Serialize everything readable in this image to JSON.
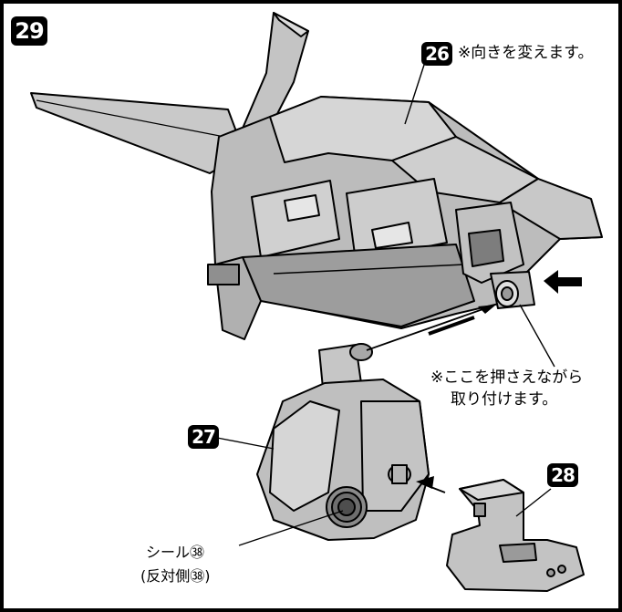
{
  "step": {
    "number": "29"
  },
  "parts": {
    "part_26": "26",
    "part_27": "27",
    "part_28": "28"
  },
  "notes": {
    "orientation_note": "※向きを変えます。",
    "press_note_line1": "※ここを押さえながら",
    "press_note_line2": "取り付けます。",
    "sticker_label": "シール㊳",
    "sticker_opposite": "(反対側㊳)"
  },
  "colors": {
    "part_fill": "#bdbdbd",
    "part_light": "#d9d9d9",
    "part_dark": "#8c8c8c",
    "outline": "#000000",
    "badge": "#000000"
  }
}
